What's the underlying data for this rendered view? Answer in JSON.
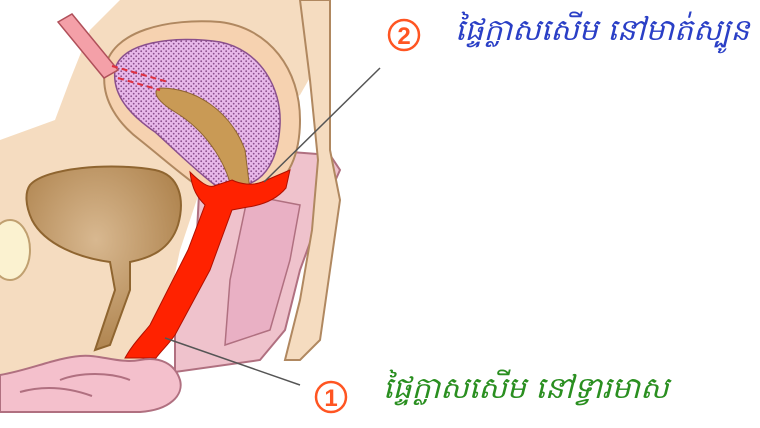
{
  "colors": {
    "accent_red": "#ff2200",
    "label_2_text": "#2a3fc6",
    "label_1_text": "#2a8f20",
    "marker_circle": "#ff5522",
    "tissue_peach": "#f6d2b0",
    "tissue_pink": "#efc2cc",
    "fetal_membrane": "#e8b8ea",
    "amber": "#c99a55",
    "leader_line": "#555555"
  },
  "callouts": [
    {
      "number": "2",
      "text": "ផ្ទៃក្លាសសើម នៅមាត់ស្បូន"
    },
    {
      "number": "1",
      "text": "ផ្ទៃក្លាសសើម នៅទ្វារមាស"
    }
  ]
}
